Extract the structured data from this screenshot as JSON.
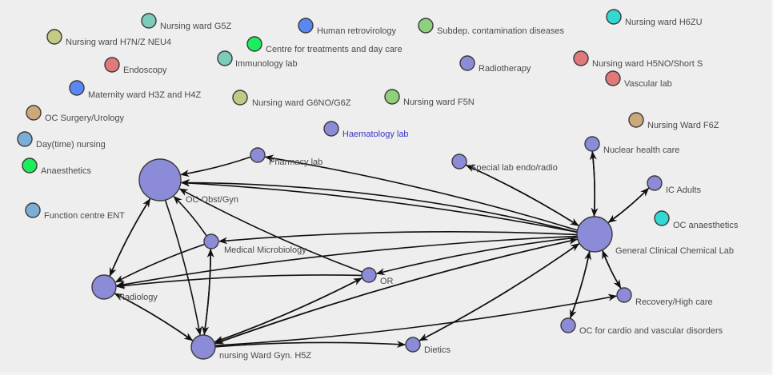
{
  "graph": {
    "title": "Department interaction network",
    "colors": {
      "purple": "#8b8bd8",
      "teal": "#7ccbbb",
      "olive": "#c4c986",
      "red": "#e07a7a",
      "blue": "#5b87f5",
      "brown": "#cda87a",
      "green": "#1bee5a",
      "lightgreen": "#8ed07c",
      "lightblue": "#7aaed6",
      "cyan": "#32d8d2",
      "highlight_label": "#3b37c8"
    },
    "nodes": [
      {
        "id": "g5z",
        "label": "Nursing ward G5Z",
        "color": "teal",
        "size": "small"
      },
      {
        "id": "h7nz",
        "label": "Nursing ward H7N/Z NEU4",
        "color": "olive",
        "size": "small"
      },
      {
        "id": "endo",
        "label": "Endoscopy",
        "color": "red",
        "size": "small"
      },
      {
        "id": "mat",
        "label": "Maternity ward H3Z and H4Z",
        "color": "blue",
        "size": "small"
      },
      {
        "id": "ocsurg",
        "label": "OC Surgery/Urology",
        "color": "brown",
        "size": "small"
      },
      {
        "id": "daytime",
        "label": "Day(time) nursing",
        "color": "lightblue",
        "size": "small"
      },
      {
        "id": "anaes",
        "label": "Anaesthetics",
        "color": "green",
        "size": "small"
      },
      {
        "id": "ent",
        "label": "Function centre ENT",
        "color": "lightblue",
        "size": "small"
      },
      {
        "id": "humret",
        "label": "Human retrovirology",
        "color": "blue",
        "size": "small"
      },
      {
        "id": "centre",
        "label": "Centre for treatments and day care",
        "color": "green",
        "size": "small"
      },
      {
        "id": "immuno",
        "label": "Immunology lab",
        "color": "teal",
        "size": "small"
      },
      {
        "id": "g6no",
        "label": "Nursing ward G6NO/G6Z",
        "color": "olive",
        "size": "small"
      },
      {
        "id": "subdep",
        "label": "Subdep. contamination diseases",
        "color": "lightgreen",
        "size": "small"
      },
      {
        "id": "radiother",
        "label": "Radiotherapy",
        "color": "purple",
        "size": "small"
      },
      {
        "id": "f5n",
        "label": "Nursing ward F5N",
        "color": "lightgreen",
        "size": "small"
      },
      {
        "id": "haem",
        "label": "Haematology lab",
        "color": "purple",
        "size": "small",
        "highlighted": true
      },
      {
        "id": "h6zu",
        "label": "Nursing ward H6ZU",
        "color": "cyan",
        "size": "small"
      },
      {
        "id": "h5no",
        "label": "Nursing ward H5NO/Short S",
        "color": "red",
        "size": "small"
      },
      {
        "id": "vasc",
        "label": "Vascular lab",
        "color": "red",
        "size": "small"
      },
      {
        "id": "f6z",
        "label": "Nursing Ward F6Z",
        "color": "brown",
        "size": "small"
      },
      {
        "id": "ocanaes",
        "label": "OC anaesthetics",
        "color": "cyan",
        "size": "small"
      },
      {
        "id": "pharm",
        "label": "Pharmacy lab",
        "color": "purple",
        "size": "small"
      },
      {
        "id": "obgyn",
        "label": "OC Obst/Gyn",
        "color": "purple",
        "size": "xlarge"
      },
      {
        "id": "micro",
        "label": "Medical Microbiology",
        "color": "purple",
        "size": "small"
      },
      {
        "id": "radio",
        "label": "Radiology",
        "color": "purple",
        "size": "medium"
      },
      {
        "id": "or",
        "label": "OR",
        "color": "purple",
        "size": "small"
      },
      {
        "id": "h5z",
        "label": "nursing Ward Gyn. H5Z",
        "color": "purple",
        "size": "medium"
      },
      {
        "id": "diet",
        "label": "Dietics",
        "color": "purple",
        "size": "small"
      },
      {
        "id": "special",
        "label": "Special lab endo/radio",
        "color": "purple",
        "size": "small"
      },
      {
        "id": "nuclear",
        "label": "Nuclear health care",
        "color": "purple",
        "size": "small"
      },
      {
        "id": "icadult",
        "label": "IC Adults",
        "color": "purple",
        "size": "small"
      },
      {
        "id": "gccl",
        "label": "General Clinical Chemical Lab",
        "color": "purple",
        "size": "large"
      },
      {
        "id": "recovery",
        "label": "Recovery/High care",
        "color": "purple",
        "size": "small"
      },
      {
        "id": "cardio",
        "label": "OC for cardio and vascular disorders",
        "color": "purple",
        "size": "small"
      }
    ],
    "edges": [
      {
        "from": "pharm",
        "to": "obgyn"
      },
      {
        "from": "gccl",
        "to": "pharm"
      },
      {
        "from": "gccl",
        "to": "obgyn"
      },
      {
        "from": "gccl",
        "to": "obgyn",
        "curve": 1
      },
      {
        "from": "micro",
        "to": "obgyn"
      },
      {
        "from": "or",
        "to": "obgyn"
      },
      {
        "from": "obgyn",
        "to": "radio"
      },
      {
        "from": "radio",
        "to": "obgyn"
      },
      {
        "from": "obgyn",
        "to": "h5z"
      },
      {
        "from": "micro",
        "to": "radio"
      },
      {
        "from": "micro",
        "to": "h5z"
      },
      {
        "from": "h5z",
        "to": "micro"
      },
      {
        "from": "gccl",
        "to": "micro"
      },
      {
        "from": "gccl",
        "to": "radio"
      },
      {
        "from": "or",
        "to": "radio"
      },
      {
        "from": "radio",
        "to": "h5z"
      },
      {
        "from": "h5z",
        "to": "radio"
      },
      {
        "from": "h5z",
        "to": "or"
      },
      {
        "from": "or",
        "to": "h5z"
      },
      {
        "from": "gccl",
        "to": "or"
      },
      {
        "from": "gccl",
        "to": "h5z"
      },
      {
        "from": "h5z",
        "to": "gccl"
      },
      {
        "from": "h5z",
        "to": "diet"
      },
      {
        "from": "gccl",
        "to": "diet"
      },
      {
        "from": "diet",
        "to": "gccl"
      },
      {
        "from": "h5z",
        "to": "recovery"
      },
      {
        "from": "special",
        "to": "gccl"
      },
      {
        "from": "gccl",
        "to": "special"
      },
      {
        "from": "nuclear",
        "to": "gccl"
      },
      {
        "from": "gccl",
        "to": "nuclear"
      },
      {
        "from": "icadult",
        "to": "gccl"
      },
      {
        "from": "gccl",
        "to": "icadult"
      },
      {
        "from": "gccl",
        "to": "recovery"
      },
      {
        "from": "recovery",
        "to": "gccl"
      },
      {
        "from": "gccl",
        "to": "cardio"
      },
      {
        "from": "cardio",
        "to": "gccl"
      }
    ]
  }
}
